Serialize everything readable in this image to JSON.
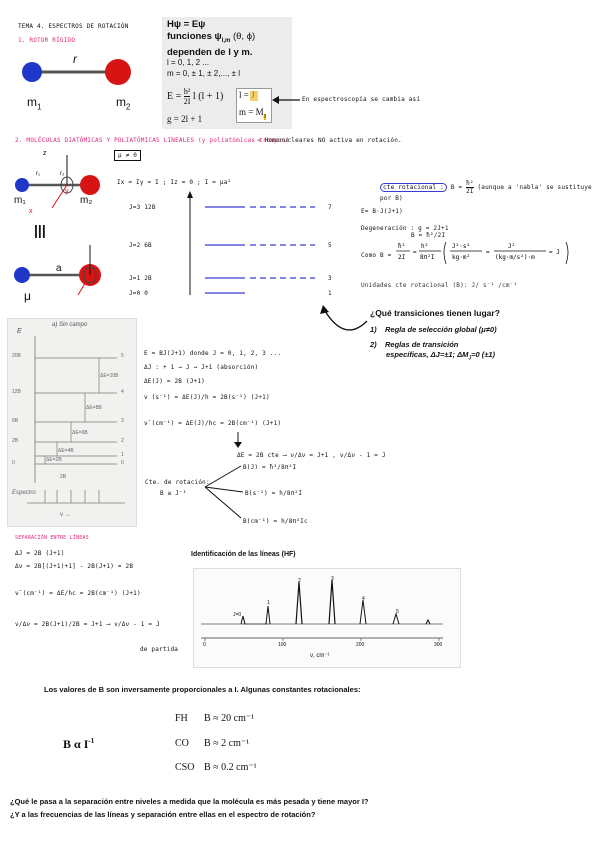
{
  "header": {
    "tema": "TEMA 4. ESPECTROS DE ROTACIÓN",
    "rotor": "1. ROTOR RÍGIDO"
  },
  "rotor_diagram": {
    "r": "r",
    "m1": "m",
    "m1_sub": "1",
    "m2": "m",
    "m2_sub": "2"
  },
  "box_top": {
    "lines": [
      "Hψ = Eψ",
      "funciones ψ",
      "dependen de l y m."
    ],
    "sub_lm": "l,m",
    "args": " (θ, ϕ)",
    "l_values": "l = 0, 1, 2 ...",
    "m_values": "m = 0, ± 1, ± 2,...,  ± l",
    "energy_E": "E =",
    "energy_num": "h²",
    "energy_den": "2I",
    "energy_rest": "l (l + 1)",
    "deg": "g = 2l + 1",
    "side_l": "l = J",
    "side_m": "m = M",
    "side_m_sub": "J",
    "spectro_note": "En espectroscopía se cambia así"
  },
  "section2": {
    "title": "2. MOLÉCULAS DIATÓMICAS Y POLIATÓMICAS LINEALES (y poliatómicas trompos)",
    "note": "⇒ Homonucleares NO activa en rotación.",
    "mu_label": "μ ≠ 0"
  },
  "mol_diagram": {
    "m1": "m₁",
    "m2": "m₂",
    "r1": "r₁",
    "r2": "r₂",
    "z": "z",
    "x": "x",
    "y": "y",
    "a": "a",
    "mu": "μ",
    "equiv": "|||"
  },
  "inertia": "Ix = Iy = I   ;  Iz = 0     ; I = μa²",
  "levels": {
    "items": [
      {
        "j": "J=3",
        "e": "12B",
        "g": "7"
      },
      {
        "j": "J=2",
        "e": "6B",
        "g": "5"
      },
      {
        "j": "J=1",
        "e": "2B",
        "g": "3"
      },
      {
        "j": "J=0",
        "e": "0",
        "g": "1"
      }
    ]
  },
  "right_notes": {
    "cte": "cte rotacional :",
    "cte_B": "B =",
    "cte_frac_num": "ħ²",
    "cte_frac_den": "2I",
    "cte_paren": "(aunque a 'nabla' se sustituye por B)",
    "eq1": "E= B·J(J+1)",
    "degen": "Degeneración : g = 2J+1",
    "degen_sub": "B = ħ²/2I",
    "como": "Como B =",
    "unidades": "Unidades  cte rotacional (B): J/ s⁻¹ /cm⁻¹"
  },
  "transitions": {
    "q": "¿Qué transiciones tienen lugar?",
    "i1_num": "1)",
    "i1": "Regla de selección global (μ≠0)",
    "i2_num": "2)",
    "i2_a": "Reglas de transición",
    "i2_b": "específicas, ΔJ=±1; ΔM",
    "i2_c": "=0 (±1)",
    "i2_sub": "J"
  },
  "figure": {
    "title": "a) Sin campo",
    "axis_label": "E",
    "ticks": [
      "20B",
      "12B",
      "6B",
      "2B",
      "0"
    ],
    "jlabels": [
      "5",
      "4",
      "3",
      "2",
      "1",
      "0"
    ],
    "deltas": [
      "ΔE=10B",
      "ΔE=8B",
      "ΔE=6B",
      "ΔE=4B",
      "ΔE=2B"
    ],
    "spectrum": "Espectro",
    "two_b": "2B",
    "nu": "ν →"
  },
  "middle": {
    "l1": "E = BJ(J+1)   donde  J = 0, 1, 2, 3 ...",
    "l2": "ΔJ : + 1 → J → J+1  (absorción)",
    "l3": "ΔE(J) = 2B (J+1)",
    "l4": "ν (s⁻¹) =  ΔE(J)/h  = 2B(s⁻¹) (J+1)",
    "l5": "ν̄ (cm⁻¹) =  ΔE(J)/hc  = 2B(cm⁻¹) (J+1)",
    "l6": "ΔE = 2B cte  ⟶  ν/Δν = J+1 ,  ν/Δν - 1 = J",
    "cte_label": "Cte. de rotación:",
    "cte_unit": "B ≡ J⁻¹",
    "b1": "B(J) = ħ²/8π²I",
    "b2": "B(s⁻¹) = h/8π²I",
    "b3": "B(cm⁻¹) = h/8π²Ic"
  },
  "separation": {
    "title": "SEPARACIÓN ENTRE LÍNEAS",
    "l1": "ΔJ = 2B (J+1)",
    "l2": "Δν = 2B[(J+1)+1] - 2B(J+1) = 2B",
    "l3": "ν̄ (cm⁻¹) =  ΔE/hc  = 2B(cm⁻¹) (J+1)",
    "l4": "ν/Δν = 2B(J+1)/2B = J+1  ⟶  ν/Δν - 1 = J",
    "partida": "de partida"
  },
  "hf": {
    "title": "Identificación de las líneas (HF)",
    "axis": "ν, cm⁻¹",
    "ticks": [
      "0",
      "100",
      "200",
      "300"
    ],
    "peaks": [
      "J=0",
      "1",
      "2",
      "3",
      "4",
      "5"
    ]
  },
  "bottom": {
    "statement": "Los valores de B son inversamente proporcionales a I. Algunas constantes rotacionales:",
    "balpha": "B α I",
    "balpha_sup": "-1",
    "rows": [
      {
        "mol": "FH",
        "val": "B ≈ 20 cm⁻¹"
      },
      {
        "mol": "CO",
        "val": "B ≈ 2 cm⁻¹"
      },
      {
        "mol": "CSO",
        "val": "B ≈ 0.2 cm⁻¹"
      }
    ],
    "q1": "¿Qué le pasa a la separación entre niveles a medida que la molécula es más  pesada y tiene mayor I?",
    "q2": "¿Y a las frecuencias de las líneas y separación entre ellas en el espectro de rotación?"
  }
}
